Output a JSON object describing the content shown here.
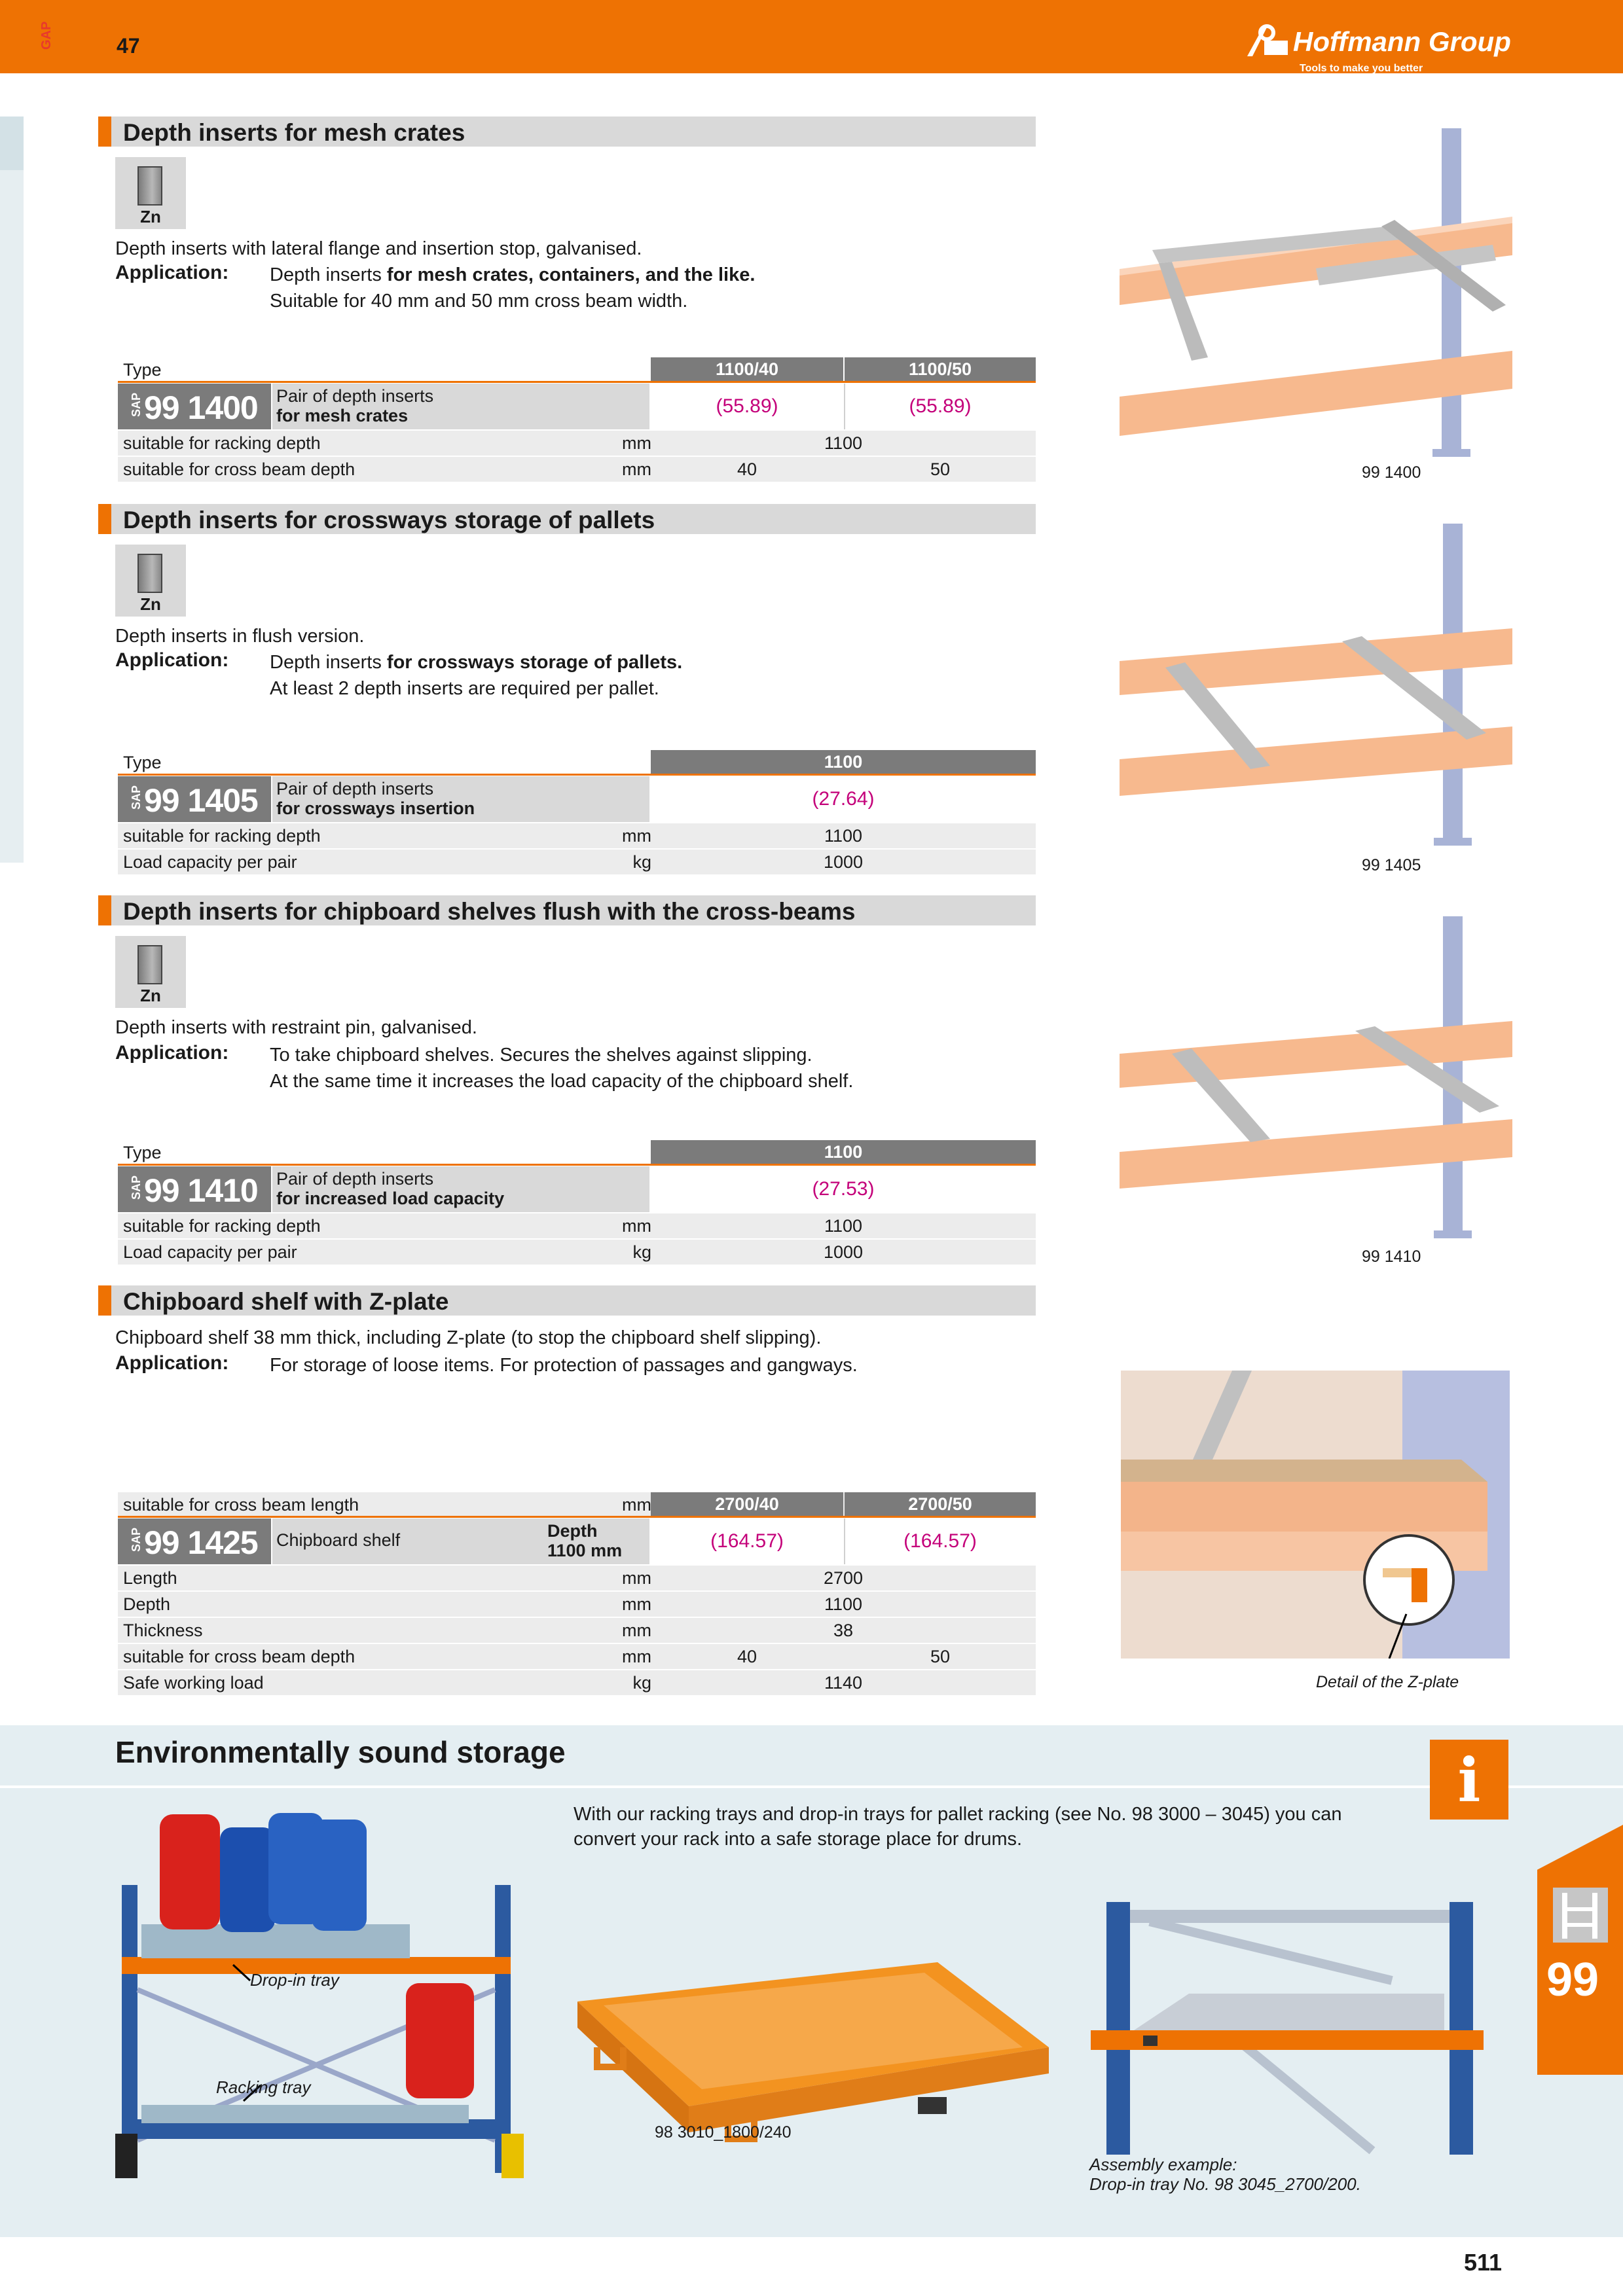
{
  "header": {
    "side_code": "GAP",
    "page_ref": "47",
    "logo_name": "Hoffmann Group",
    "logo_tagline": "Tools to make you better"
  },
  "sections": [
    {
      "title": "Depth inserts for mesh crates",
      "zn": "Zn",
      "desc": "Depth inserts with lateral flange and insertion stop, galvanised.",
      "app_label": "Application:",
      "app_plain": "Depth inserts ",
      "app_bold": "for mesh crates, containers, and the like.",
      "app_line2": "Suitable for 40 mm and 50 mm cross beam width.",
      "type_label": "Type",
      "types": [
        "1100/40",
        "1100/50"
      ],
      "sap": "SAP",
      "article": "99 1400",
      "art_l1": "Pair of depth inserts",
      "art_l2": "for mesh crates",
      "prices": [
        "(55.89)",
        "(55.89)"
      ],
      "rows": [
        {
          "name": "suitable for racking depth",
          "unit": "mm",
          "values": [
            "1100"
          ]
        },
        {
          "name": "suitable for cross beam depth",
          "unit": "mm",
          "values": [
            "40",
            "50"
          ]
        }
      ],
      "fig_caption": "99 1400"
    },
    {
      "title": "Depth inserts for crossways storage of pallets",
      "zn": "Zn",
      "desc": "Depth inserts in flush version.",
      "app_label": "Application:",
      "app_plain": "Depth inserts ",
      "app_bold": "for crossways storage of pallets.",
      "app_line2": "At least 2 depth inserts are required per pallet.",
      "type_label": "Type",
      "types": [
        "1100"
      ],
      "sap": "SAP",
      "article": "99 1405",
      "art_l1": "Pair of depth inserts",
      "art_l2": "for crossways insertion",
      "prices": [
        "(27.64)"
      ],
      "rows": [
        {
          "name": "suitable for racking depth",
          "unit": "mm",
          "values": [
            "1100"
          ]
        },
        {
          "name": "Load capacity per pair",
          "unit": "kg",
          "values": [
            "1000"
          ]
        }
      ],
      "fig_caption": "99 1405"
    },
    {
      "title": "Depth inserts for chipboard shelves flush with the cross-beams",
      "zn": "Zn",
      "desc": "Depth inserts with restraint pin, galvanised.",
      "app_label": "Application:",
      "app_plain": "To take chipboard shelves. Secures the shelves against slipping.",
      "app_bold": "",
      "app_line2": "At the same time it increases the load capacity of the chipboard shelf.",
      "type_label": "Type",
      "types": [
        "1100"
      ],
      "sap": "SAP",
      "article": "99 1410",
      "art_l1": "Pair of depth inserts",
      "art_l2": "for increased load capacity",
      "prices": [
        "(27.53)"
      ],
      "rows": [
        {
          "name": "suitable for racking depth",
          "unit": "mm",
          "values": [
            "1100"
          ]
        },
        {
          "name": "Load capacity per pair",
          "unit": "kg",
          "values": [
            "1000"
          ]
        }
      ],
      "fig_caption": "99 1410"
    },
    {
      "title": "Chipboard shelf with Z-plate",
      "desc": "Chipboard shelf 38 mm thick, including Z-plate (to stop the chipboard shelf slipping).",
      "app_label": "Application:",
      "app_plain": "For storage of loose items. For protection of passages and gangways.",
      "type_label": "suitable for cross beam length",
      "type_unit": "mm",
      "types": [
        "2700/40",
        "2700/50"
      ],
      "sap": "SAP",
      "article": "99 1425",
      "art_l1": "Chipboard shelf",
      "depth_label": "Depth",
      "depth_value": "1100 mm",
      "prices": [
        "(164.57)",
        "(164.57)"
      ],
      "rows": [
        {
          "name": "Length",
          "unit": "mm",
          "values": [
            "2700"
          ]
        },
        {
          "name": "Depth",
          "unit": "mm",
          "values": [
            "1100"
          ]
        },
        {
          "name": "Thickness",
          "unit": "mm",
          "values": [
            "38"
          ]
        },
        {
          "name": "suitable for cross beam depth",
          "unit": "mm",
          "values": [
            "40",
            "50"
          ]
        },
        {
          "name": "Safe working load",
          "unit": "kg",
          "values": [
            "1140"
          ]
        }
      ],
      "fig_caption": "Detail of the Z-plate"
    }
  ],
  "env": {
    "title": "Environmentally sound storage",
    "info_icon": "i",
    "text_l1": "With our racking trays and drop-in trays for pallet racking (see No. 98 3000 – 3045) you can",
    "text_l2": "convert your rack into a safe storage place for drums.",
    "label_dropin": "Drop-in tray",
    "label_racking": "Racking tray",
    "tray_caption": "98 3010_1800/240",
    "assembly_l1": "Assembly example:",
    "assembly_l2": "Drop-in tray No. 98 3045_2700/200."
  },
  "chapter_tab": "99",
  "page_number": "511",
  "colors": {
    "orange": "#ee7203",
    "grey": "#7b7b7b",
    "price": "#c4007a",
    "band": "#e4eef2"
  }
}
